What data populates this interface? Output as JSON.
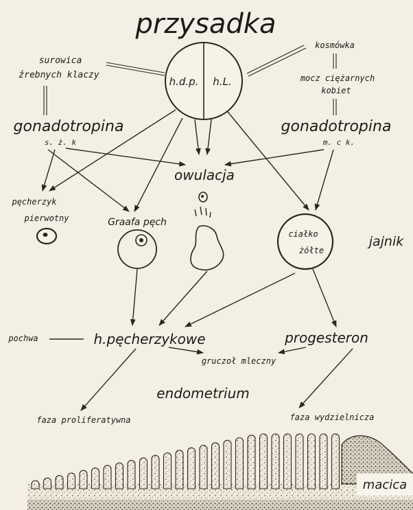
{
  "title": "przysadka",
  "pituitary": {
    "left_lobe": "h.d.p.",
    "right_lobe": "h.L."
  },
  "left_source": {
    "line1": "surowica",
    "line2": "źrebnych klaczy"
  },
  "right_source": {
    "line1": "kosmówka",
    "line2": "mocz ciężarnych",
    "line3": "kobiet"
  },
  "gonadotropin_left": {
    "name": "gonadotropina",
    "abbr": "s. ż. k"
  },
  "gonadotropin_right": {
    "name": "gonadotropina",
    "abbr": "m. c  k."
  },
  "ovulation": "owulacja",
  "primordial_follicle": {
    "line1": "pęcherzyk",
    "line2": "pierwotny"
  },
  "graafian_follicle": "Graafa pęch",
  "corpus_luteum": {
    "line1": "ciałko",
    "line2": "żółte"
  },
  "ovary": "jajnik",
  "vagina": "pochwa",
  "follicular_hormone": "h.pęcherzykowe",
  "progesterone": "progesteron",
  "mammary_gland": "gruczoł mleczny",
  "endometrium": "endometrium",
  "proliferative_phase": "faza proliferatywna",
  "secretory_phase": "faza wydzielnicza",
  "uterus": "macica"
}
